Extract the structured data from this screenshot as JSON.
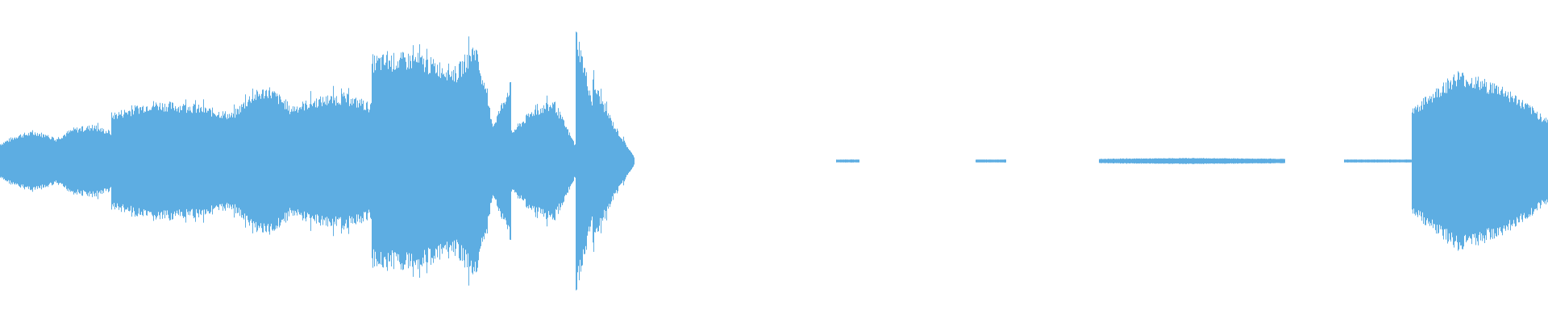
{
  "waveform": {
    "color": "#5dade2",
    "background": "#ffffff",
    "duration_fraction_visible": 1.0,
    "segments": [
      {
        "start": 0.0,
        "end": 0.035,
        "envelope": [
          0.12,
          0.18,
          0.2,
          0.16
        ]
      },
      {
        "start": 0.035,
        "end": 0.072,
        "envelope": [
          0.15,
          0.22,
          0.24,
          0.2
        ]
      },
      {
        "start": 0.072,
        "end": 0.15,
        "envelope": [
          0.32,
          0.4,
          0.38,
          0.32
        ]
      },
      {
        "start": 0.15,
        "end": 0.185,
        "envelope": [
          0.32,
          0.45,
          0.5,
          0.4
        ]
      },
      {
        "start": 0.185,
        "end": 0.24,
        "envelope": [
          0.36,
          0.42,
          0.45,
          0.38
        ]
      },
      {
        "start": 0.24,
        "end": 0.295,
        "envelope": [
          0.7,
          0.72,
          0.62
        ]
      },
      {
        "start": 0.295,
        "end": 0.33,
        "envelope": [
          0.62,
          0.8,
          0.25,
          0.55
        ]
      },
      {
        "start": 0.33,
        "end": 0.372,
        "envelope": [
          0.2,
          0.35,
          0.4,
          0.1
        ]
      },
      {
        "start": 0.372,
        "end": 0.383,
        "envelope": [
          0.9,
          0.4
        ]
      },
      {
        "start": 0.383,
        "end": 0.41,
        "envelope": [
          0.55,
          0.25,
          0.02
        ]
      },
      {
        "start": 0.54,
        "end": 0.555,
        "envelope": [
          0.01,
          0.01
        ]
      },
      {
        "start": 0.63,
        "end": 0.65,
        "envelope": [
          0.01,
          0.01
        ]
      },
      {
        "start": 0.71,
        "end": 0.83,
        "envelope": [
          0.015,
          0.02,
          0.015
        ]
      },
      {
        "start": 0.868,
        "end": 0.912,
        "envelope": [
          0.01,
          0.01
        ]
      },
      {
        "start": 0.912,
        "end": 1.0,
        "envelope": [
          0.35,
          0.6,
          0.5,
          0.28
        ]
      }
    ]
  }
}
